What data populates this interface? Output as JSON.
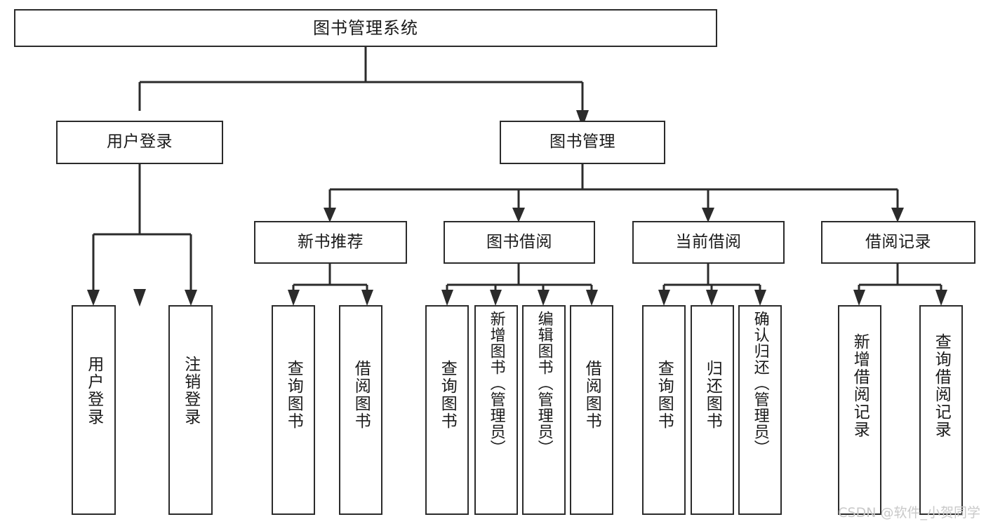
{
  "diagram": {
    "title": "图书管理系统",
    "type": "tree-hierarchy",
    "root": {
      "id": "root",
      "label": "图书管理系统"
    },
    "level1": [
      {
        "id": "user-login",
        "label": "用户登录"
      },
      {
        "id": "book-manage",
        "label": "图书管理"
      }
    ],
    "level2": [
      {
        "id": "new-book-recommend",
        "label": "新书推荐",
        "parent": "book-manage"
      },
      {
        "id": "book-borrow",
        "label": "图书借阅",
        "parent": "book-manage"
      },
      {
        "id": "current-borrow",
        "label": "当前借阅",
        "parent": "book-manage"
      },
      {
        "id": "borrow-record",
        "label": "借阅记录",
        "parent": "book-manage"
      }
    ],
    "leaves": [
      {
        "id": "leaf-user-login",
        "label": "用户登录",
        "parent": "user-login"
      },
      {
        "id": "leaf-user-logout",
        "label": "注销登录",
        "parent": "user-login"
      },
      {
        "id": "leaf-query-book-1",
        "label": "查询图书",
        "parent": "new-book-recommend"
      },
      {
        "id": "leaf-borrow-book-1",
        "label": "借阅图书",
        "parent": "new-book-recommend"
      },
      {
        "id": "leaf-query-book-2",
        "label": "查询图书",
        "parent": "book-borrow"
      },
      {
        "id": "leaf-add-book",
        "label": "新增图书（管理员）",
        "parent": "book-borrow"
      },
      {
        "id": "leaf-edit-book",
        "label": "编辑图书（管理员）",
        "parent": "book-borrow"
      },
      {
        "id": "leaf-borrow-book-2",
        "label": "借阅图书",
        "parent": "book-borrow"
      },
      {
        "id": "leaf-query-book-3",
        "label": "查询图书",
        "parent": "current-borrow"
      },
      {
        "id": "leaf-return-book",
        "label": "归还图书",
        "parent": "current-borrow"
      },
      {
        "id": "leaf-confirm-return",
        "label": "确认归还（管理员）",
        "parent": "current-borrow"
      },
      {
        "id": "leaf-add-record",
        "label": "新增借阅记录",
        "parent": "borrow-record"
      },
      {
        "id": "leaf-query-record",
        "label": "查询借阅记录",
        "parent": "borrow-record"
      }
    ],
    "watermark": "CSDN @软件_小贺同学",
    "colors": {
      "box_border": "#2b2b2b",
      "box_fill": "#ffffff",
      "connector": "#2b2b2b",
      "text": "#1a1a1a",
      "watermark": "#c9c9c9",
      "background": "#ffffff"
    }
  }
}
